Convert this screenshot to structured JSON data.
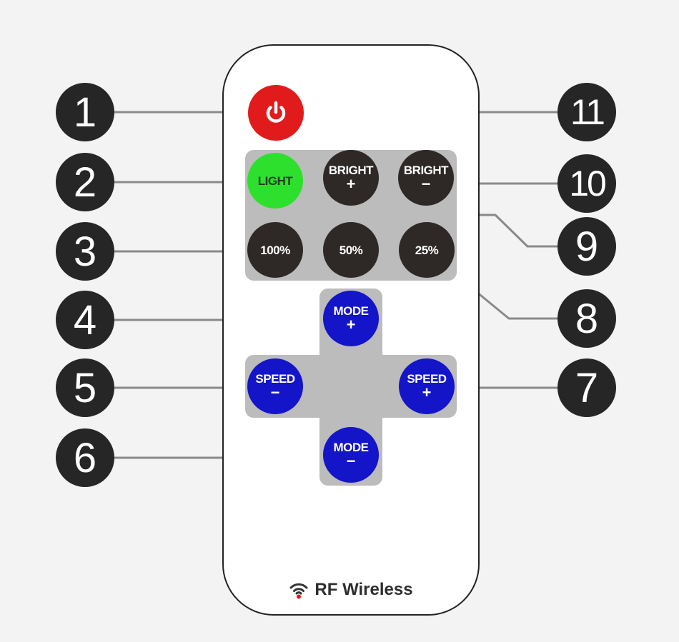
{
  "buttons": {
    "light": "LIGHT",
    "bright_up": {
      "label": "BRIGHT",
      "sign": "+"
    },
    "bright_down": {
      "label": "BRIGHT",
      "sign": "−"
    },
    "pct100": "100%",
    "pct50": "50%",
    "pct25": "25%",
    "mode_up": {
      "label": "MODE",
      "sign": "+"
    },
    "mode_down": {
      "label": "MODE",
      "sign": "−"
    },
    "speed_down": {
      "label": "SPEED",
      "sign": "−"
    },
    "speed_up": {
      "label": "SPEED",
      "sign": "+"
    }
  },
  "callouts": [
    "1",
    "2",
    "3",
    "4",
    "5",
    "6",
    "7",
    "8",
    "9",
    "10",
    "11"
  ],
  "footer": "RF Wireless",
  "icons": {
    "power": "power-icon",
    "wireless": "wifi-signal-icon"
  },
  "colors": {
    "power": "#e11b1b",
    "light": "#2ee02e",
    "dark_button": "#2e2827",
    "blue_button": "#1414c8",
    "panel": "#bcbcbc",
    "callout": "#262626"
  }
}
